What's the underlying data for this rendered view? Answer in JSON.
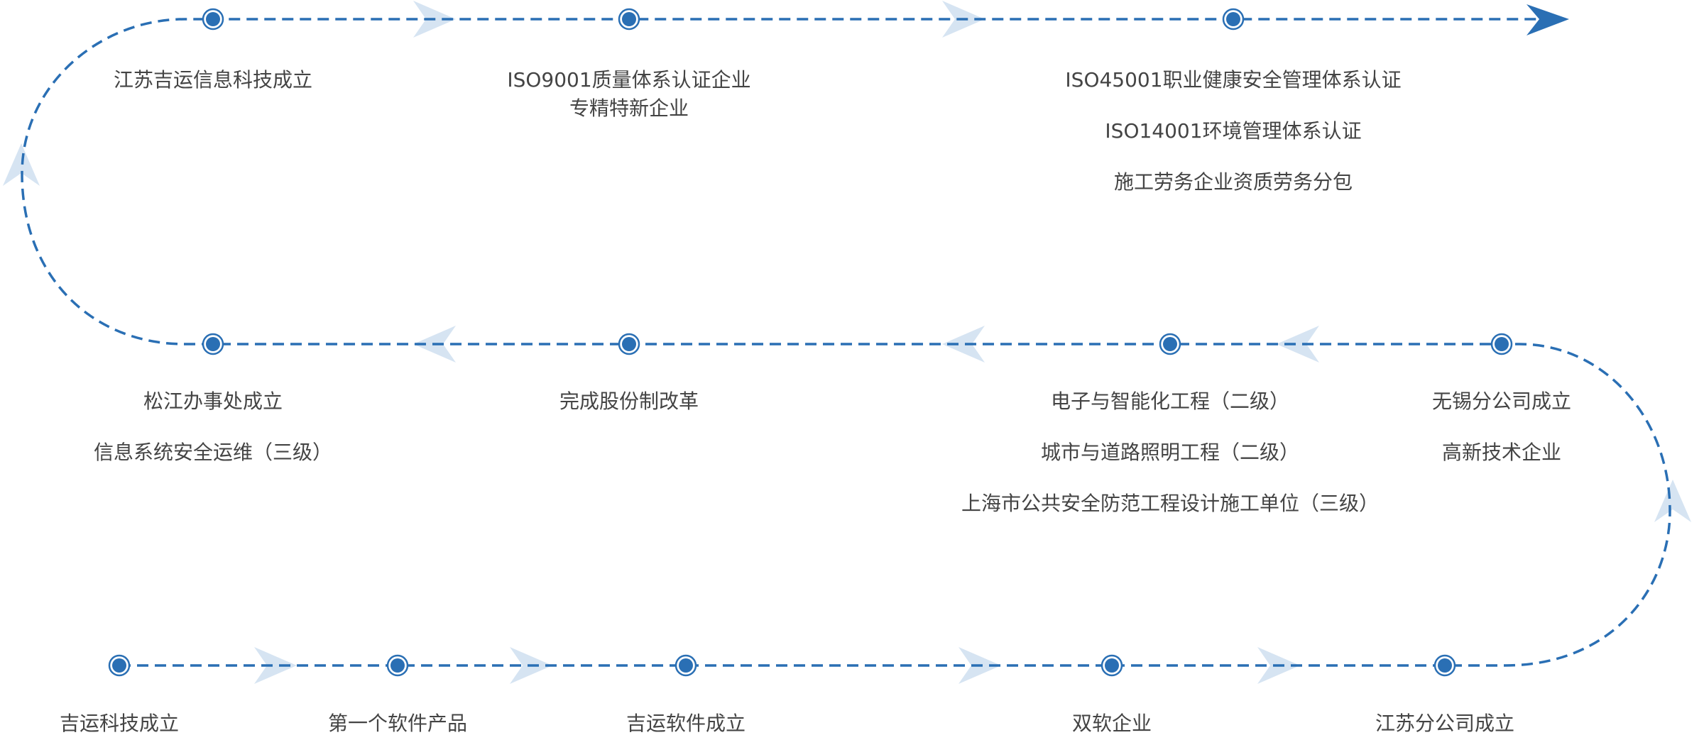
{
  "colors": {
    "line": "#2a6fb4",
    "arrow_light": "#d6e4f2",
    "text": "#444444"
  },
  "top_row": [
    {
      "lines": [
        "江苏吉运信息科技成立"
      ]
    },
    {
      "lines": [
        "ISO9001质量体系认证企业",
        "专精特新企业"
      ]
    },
    {
      "lines": [
        "ISO45001职业健康安全管理体系认证",
        "ISO14001环境管理体系认证",
        "施工劳务企业资质劳务分包"
      ]
    }
  ],
  "middle_row": [
    {
      "lines": [
        "松江办事处成立",
        "信息系统安全运维（三级）"
      ]
    },
    {
      "lines": [
        "完成股份制改革"
      ]
    },
    {
      "lines": [
        "电子与智能化工程（二级）",
        "城市与道路照明工程（二级）",
        "上海市公共安全防范工程设计施工单位（三级）"
      ]
    },
    {
      "lines": [
        "无锡分公司成立",
        "高新技术企业"
      ]
    }
  ],
  "bottom_row": [
    {
      "lines": [
        "吉运科技成立"
      ]
    },
    {
      "lines": [
        "第一个软件产品"
      ]
    },
    {
      "lines": [
        "吉运软件成立"
      ]
    },
    {
      "lines": [
        "双软企业"
      ]
    },
    {
      "lines": [
        "江苏分公司成立"
      ]
    }
  ]
}
